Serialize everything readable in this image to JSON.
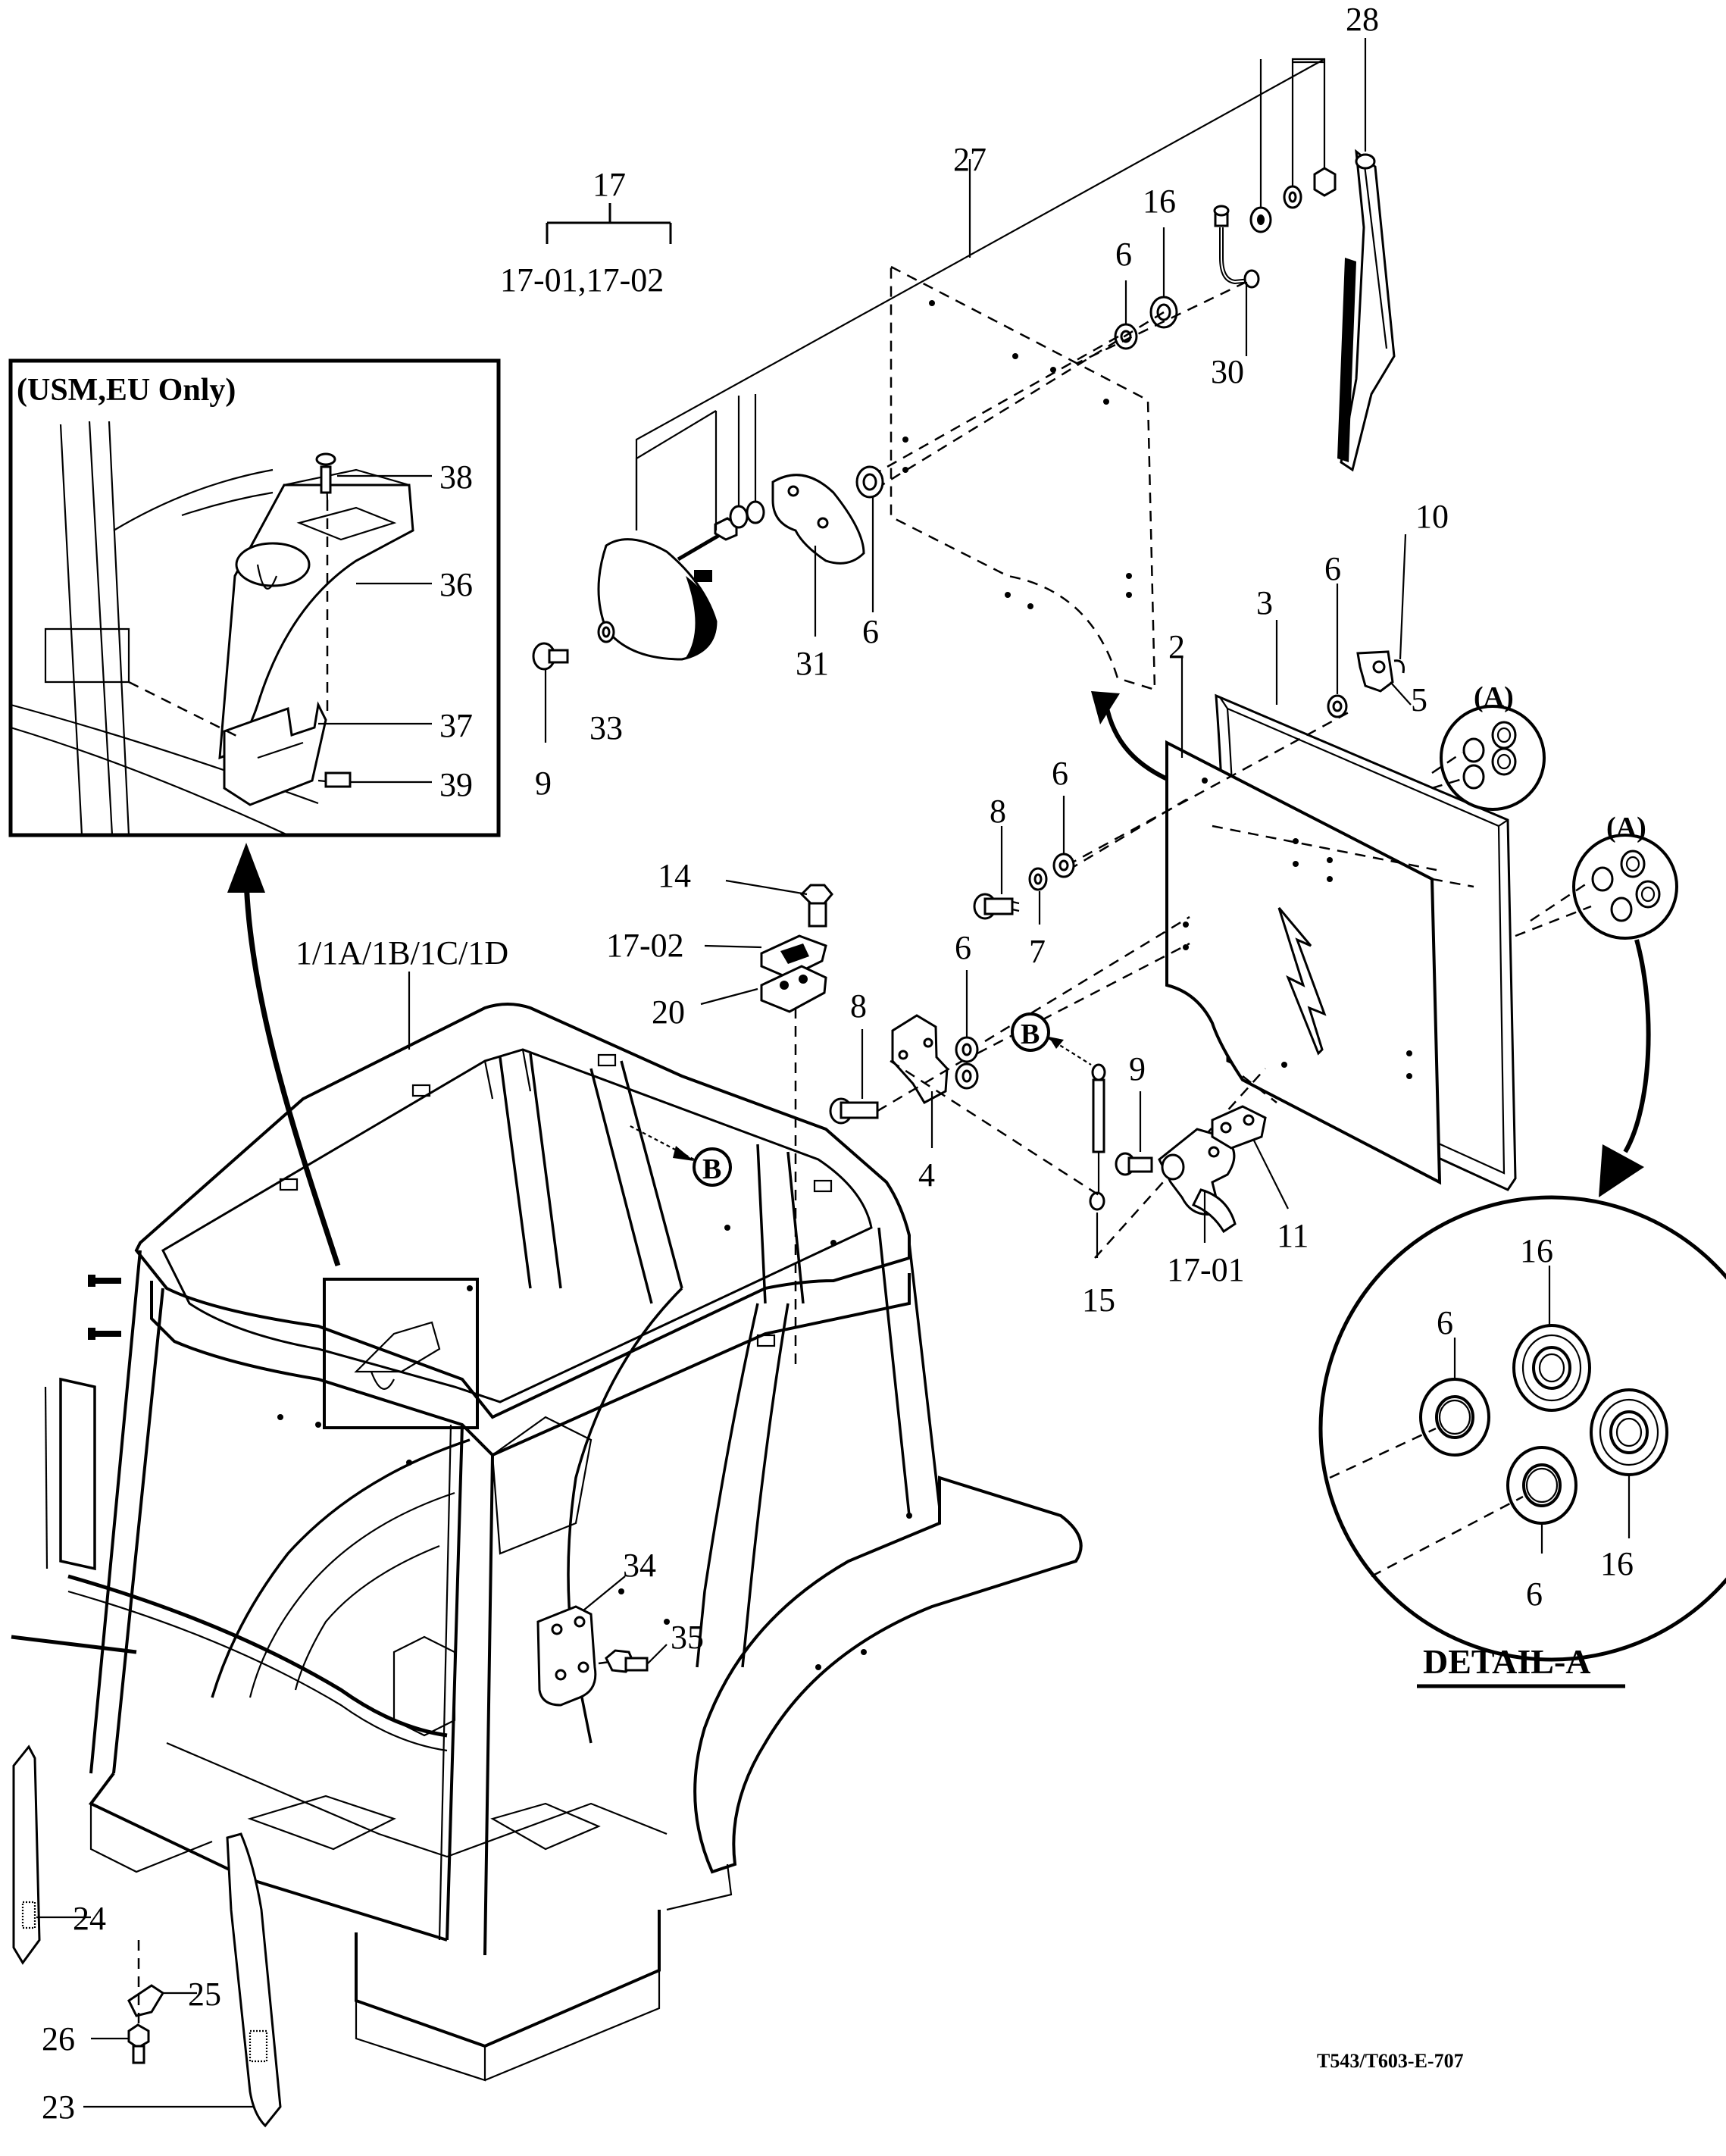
{
  "detail_box_title": "(USM,EU Only)",
  "detail_a_title": "DETAIL-A",
  "drawing_code": "T543/T603-E-707",
  "cab_label": "1/1A/1B/1C/1D",
  "group_17": {
    "parent": "17",
    "children": "17-01,17-02"
  },
  "callouts": {
    "c2": "2",
    "c3": "3",
    "c4": "4",
    "c5": "5",
    "c6a": "6",
    "c6b": "6",
    "c6c": "6",
    "c6d": "6",
    "c6e": "6",
    "c7": "7",
    "c8a": "8",
    "c8b": "8",
    "c9a": "9",
    "c9b": "9",
    "c10": "10",
    "c11": "11",
    "c14": "14",
    "c15": "15",
    "c16": "16",
    "c17_01": "17-01",
    "c17_02": "17-02",
    "c20": "20",
    "c23": "23",
    "c24": "24",
    "c25": "25",
    "c26": "26",
    "c27": "27",
    "c28": "28",
    "c30": "30",
    "c31": "31",
    "c33": "33",
    "c34": "34",
    "c35": "35",
    "c36": "36",
    "c37": "37",
    "c38": "38",
    "c39": "39",
    "dA6a": "6",
    "dA6b": "6",
    "dA16a": "16",
    "dA16b": "16"
  },
  "markers": {
    "A1": "(A)",
    "A2": "(A)",
    "B1": "B",
    "B2": "B"
  }
}
